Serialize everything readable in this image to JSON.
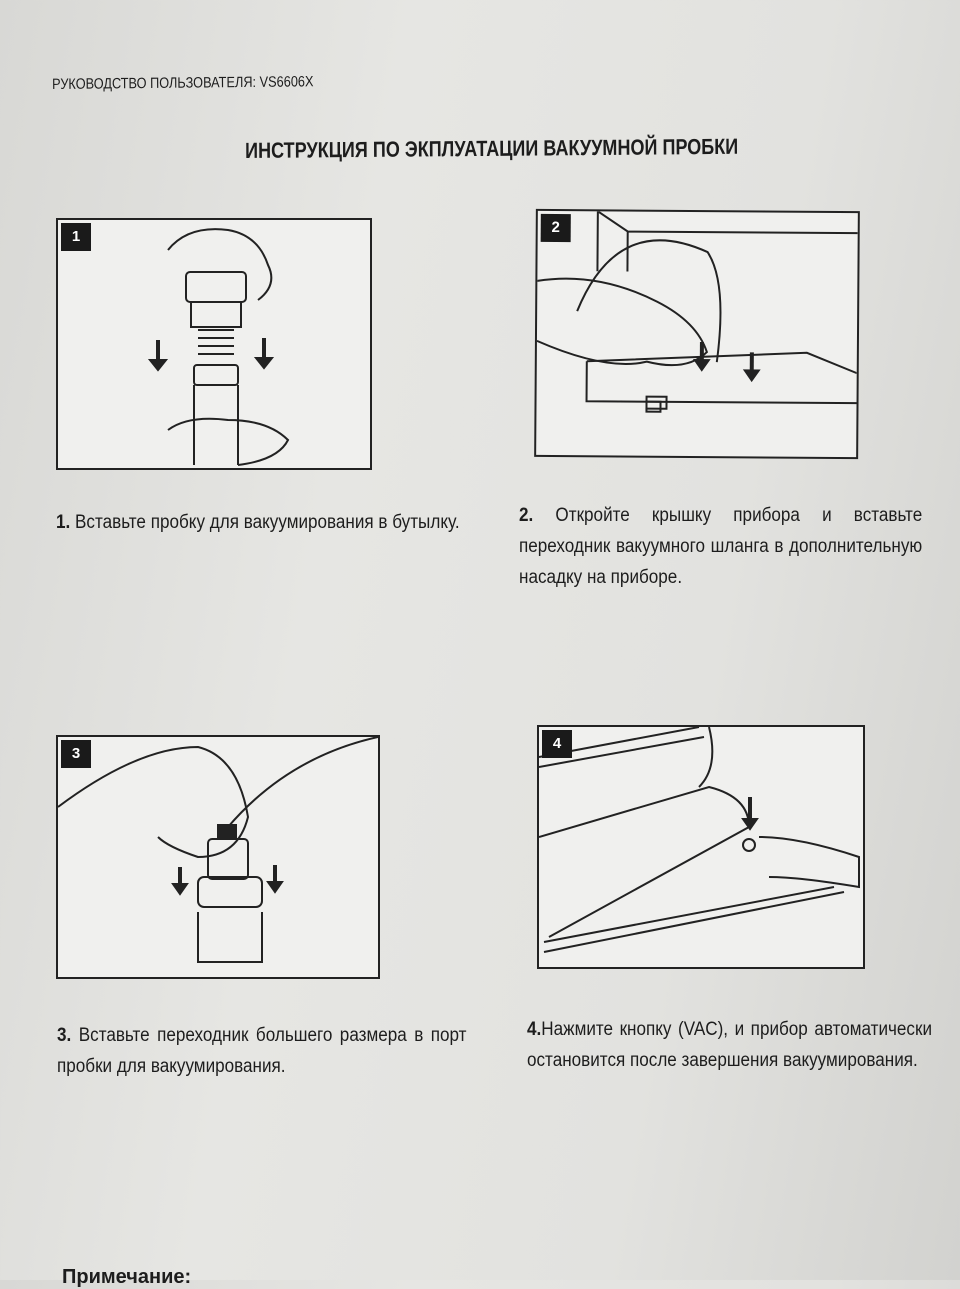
{
  "header": "РУКОВОДСТВО ПОЛЬЗОВАТЕЛЯ:  VS6606X",
  "title": "ИНСТРУКЦИЯ ПО ЭКПЛУАТАЦИИ ВАКУУМНОЙ ПРОБКИ",
  "steps": [
    {
      "num": "1",
      "prefix": "1.",
      "text": "Вставьте пробку для вакуумирования в бутылку."
    },
    {
      "num": "2",
      "prefix": "2.",
      "text": "Откройте крышку прибора и вставьте переходник вакуумного шланга в допол­нительную насадку на приборе."
    },
    {
      "num": "3",
      "prefix": "3.",
      "text": "Вставьте переходник большего размера в порт пробки для вакуумирования."
    },
    {
      "num": "4",
      "prefix": "4.",
      "text": "Нажмите кнопку (VAC), и прибор автома­тически остановится после завершения вакуумирования."
    }
  ],
  "note": "Примечание:"
}
